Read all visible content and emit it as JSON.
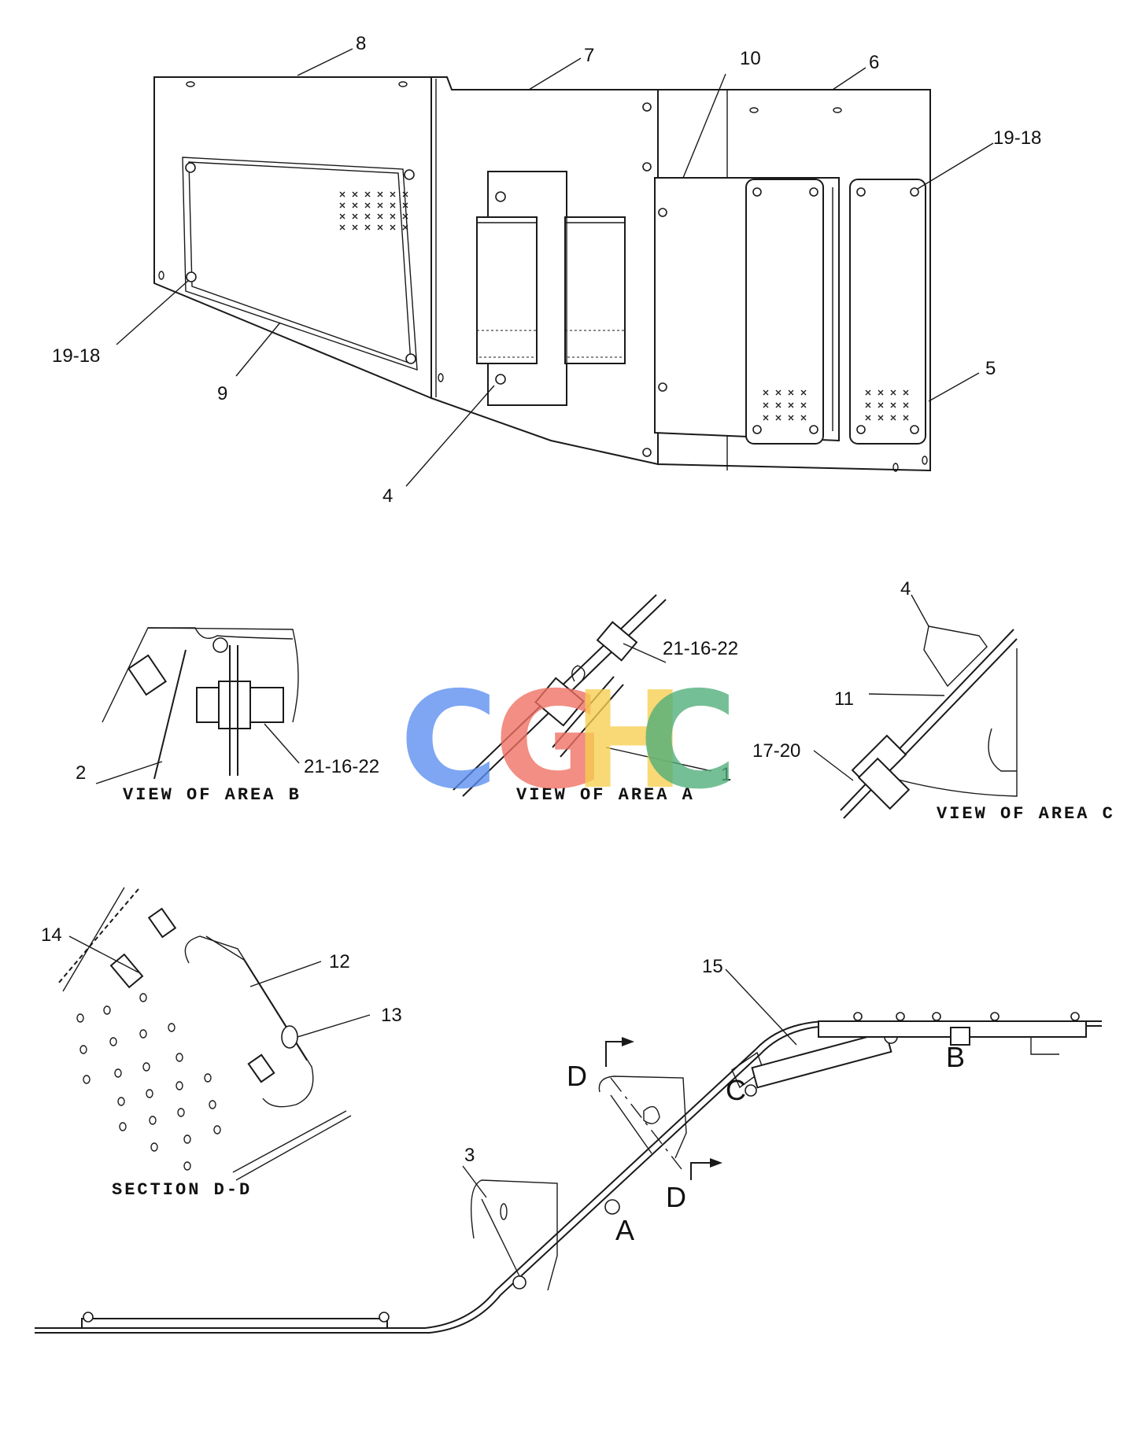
{
  "callouts": {
    "c8": "8",
    "c7": "7",
    "c10": "10",
    "c6": "6",
    "c19_18_right": "19-18",
    "c19_18_left": "19-18",
    "c9": "9",
    "c4_top": "4",
    "c5": "5",
    "c21_16_22_a": "21-16-22",
    "c21_16_22_b": "21-16-22",
    "c2": "2",
    "c1": "1",
    "c4_c": "4",
    "c11": "11",
    "c17_20": "17-20",
    "c14": "14",
    "c12": "12",
    "c13": "13",
    "c15": "15",
    "c3": "3"
  },
  "captions": {
    "area_b": "VIEW OF AREA B",
    "area_a": "VIEW OF AREA A",
    "area_c": "VIEW OF AREA C",
    "section_dd": "SECTION D-D"
  },
  "area_marks": {
    "a": "A",
    "b": "B",
    "c": "C",
    "d_top": "D",
    "d_bottom": "D"
  },
  "watermark": {
    "letters": [
      "C",
      "G",
      "H",
      "C"
    ],
    "colors": [
      "#5b8ef0",
      "#ef6f62",
      "#f7cf4f",
      "#4fae79"
    ]
  }
}
